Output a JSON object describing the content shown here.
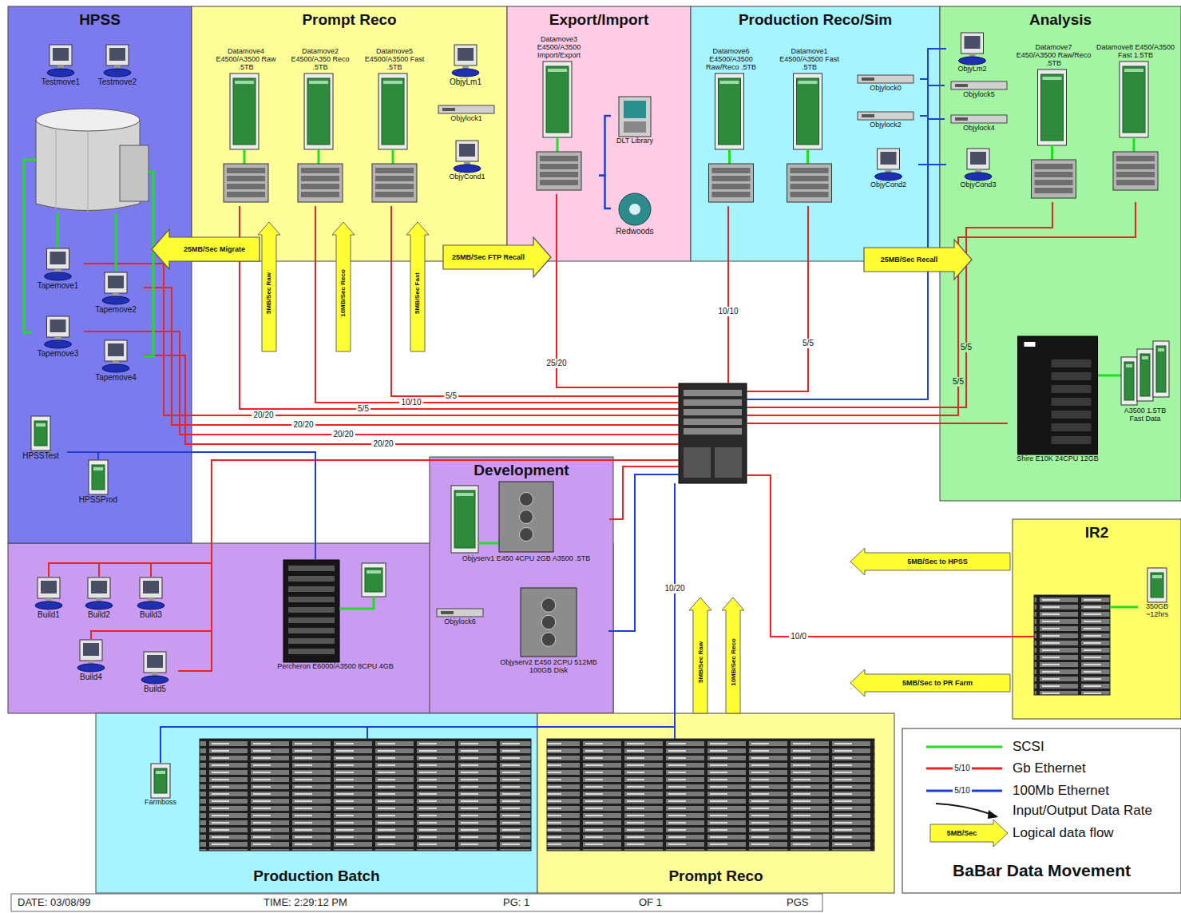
{
  "diagram": {
    "title": "BaBar Data Movement",
    "nodes": [
      {
        "text": [
          "HPSS"
        ]
      },
      {
        "text": [
          "Testmove1"
        ],
        "in": 0
      },
      {
        "text": [
          "Testmove2"
        ],
        "in": 0
      },
      {
        "text": [
          "Tapemove1"
        ],
        "in": 0
      },
      {
        "text": [
          "Tapemove2"
        ],
        "in": 0
      },
      {
        "text": [
          "Tapemove3"
        ],
        "in": 0
      },
      {
        "text": [
          "Tapemove4"
        ],
        "in": 0
      },
      {
        "text": [
          "HPSSTest"
        ],
        "in": 0
      },
      {
        "text": [
          "HPSSProd"
        ],
        "in": 0
      },
      {
        "text": [
          "Prompt Reco"
        ]
      },
      {
        "text": [
          "Datamove4 E4500/A3500 Raw .5TB"
        ],
        "in": 9
      },
      {
        "text": [
          "Datamove2 E4500/A350 Reco .5TB"
        ],
        "in": 9
      },
      {
        "text": [
          "Datamove5 E4500/A3500 Fast .5TB"
        ],
        "in": 9
      },
      {
        "text": [
          "ObjyLm1"
        ],
        "in": 9
      },
      {
        "text": [
          "Objylock1"
        ],
        "in": 9
      },
      {
        "text": [
          "ObjyCond1"
        ],
        "in": 9
      },
      {
        "text": [
          "Export/Import"
        ]
      },
      {
        "text": [
          "Datamove3 E4500/A3500 Import/Export"
        ],
        "in": 16
      },
      {
        "text": [
          "DLT Library"
        ],
        "in": 16
      },
      {
        "text": [
          "Redwoods"
        ],
        "in": 16
      },
      {
        "text": [
          "Production Reco/Sim"
        ]
      },
      {
        "text": [
          "Datamove6 E4500/A3500 Raw/Reco .5TB"
        ],
        "in": 20
      },
      {
        "text": [
          "Datamove1 E4500/A3500 Fast .5TB"
        ],
        "in": 20
      },
      {
        "text": [
          "Objylock0"
        ],
        "in": 20
      },
      {
        "text": [
          "Objylock2"
        ],
        "in": 20
      },
      {
        "text": [
          "ObjyCond2"
        ],
        "in": 20
      },
      {
        "text": [
          "Analysis"
        ]
      },
      {
        "text": [
          "ObjyLm2"
        ],
        "in": 26
      },
      {
        "text": [
          "Objylock5"
        ],
        "in": 26
      },
      {
        "text": [
          "Objylock4"
        ],
        "in": 26
      },
      {
        "text": [
          "ObjyCond3"
        ],
        "in": 26
      },
      {
        "text": [
          "Datamove7 E450/A3500 Raw/Reco .5TB"
        ],
        "in": 26
      },
      {
        "text": [
          "Datamove8 E450/A3500 Fast 1.5TB"
        ],
        "in": 26
      },
      {
        "text": [
          "Shire E10K 24CPU 12GB"
        ],
        "in": 26
      },
      {
        "text": [
          "A3500 1.5TB Fast Data"
        ],
        "in": 26
      },
      {
        "text": [
          "Development"
        ]
      },
      {
        "text": [
          "Objyserv1 E450 4CPU 2GB A3500 .5TB"
        ],
        "in": 35
      },
      {
        "text": [
          "Objylock6"
        ],
        "in": 35
      },
      {
        "text": [
          "Objyserv2 E450 2CPU 512MB 100GB Disk"
        ],
        "in": 35
      },
      {
        "text": [
          "Build1"
        ]
      },
      {
        "text": [
          "Build2"
        ]
      },
      {
        "text": [
          "Build3"
        ]
      },
      {
        "text": [
          "Build4"
        ]
      },
      {
        "text": [
          "Build5"
        ]
      },
      {
        "text": [
          "Percheron E6000/A3500 8CPU 4GB"
        ]
      },
      {
        "text": [
          "IR2"
        ]
      },
      {
        "text": [
          "350GB ~12hrs"
        ],
        "in": 45
      },
      {
        "text": [
          "Production Batch"
        ]
      },
      {
        "text": [
          "Farmboss"
        ],
        "in": 47
      },
      {
        "text": [
          "Prompt Reco"
        ]
      }
    ],
    "edges": [
      {
        "from": 9,
        "to": 0,
        "arrow": "to",
        "label": "25MB/Sec Migrate"
      },
      {
        "from": 9,
        "to": 16,
        "arrow": "to",
        "label": "25MB/Sec FTP Recall"
      },
      {
        "from": 20,
        "to": 26,
        "arrow": "to",
        "label": "25MB/Sec Recall"
      },
      {
        "from": 17,
        "to": 18,
        "arrow": "none"
      },
      {
        "from": 17,
        "to": 19,
        "arrow": "none"
      }
    ],
    "labels": [
      "5MB/Sec Raw",
      "10MB/Sec Reco",
      "5MB/Sec Fast",
      "25/20",
      "10/10",
      "5/5",
      "5/5",
      "5/5",
      "20/20",
      "5/5",
      "10/10",
      "5/5",
      "20/20",
      "20/20",
      "20/20",
      "10/20",
      "10/0",
      "5MB/Sec to HPSS",
      "5MB/Sec to PR Farm",
      "5MB/Sec Raw",
      "10MB/Sec Reco",
      "5/10",
      "5/10",
      "5MB/Sec",
      "DATE: 03/08/99",
      "TIME: 2:29:12 PM",
      "PG: 1",
      "OF 1",
      "PGS"
    ],
    "legend": [
      {
        "text": "SCSI"
      },
      {
        "text": "Gb Ethernet"
      },
      {
        "text": "100Mb Ethernet"
      },
      {
        "text": "Input/Output Data Rate"
      },
      {
        "text": "Logical data flow"
      }
    ]
  }
}
